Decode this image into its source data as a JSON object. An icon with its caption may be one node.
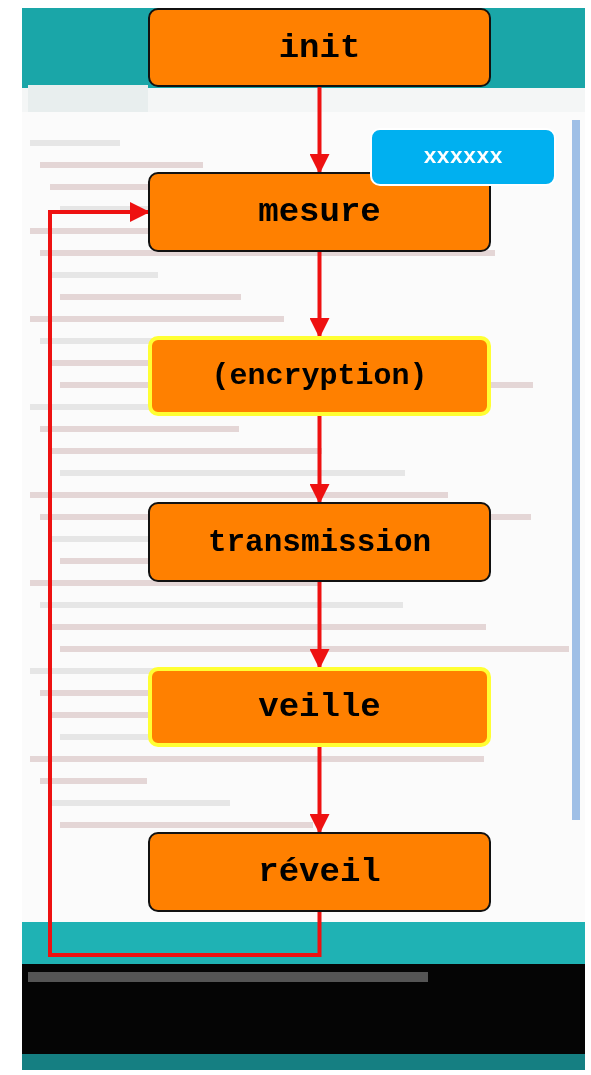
{
  "diagram": {
    "nodes": [
      {
        "text": [
          "init"
        ]
      },
      {
        "text": [
          "mesure"
        ]
      },
      {
        "text": [
          "(encryption)"
        ]
      },
      {
        "text": [
          "transmission"
        ]
      },
      {
        "text": [
          "veille"
        ]
      },
      {
        "text": [
          "réveil"
        ]
      },
      {
        "text": [
          "xxxxxx"
        ]
      }
    ],
    "edges": [
      {
        "from": 0,
        "to": 1,
        "arrow": "to"
      },
      {
        "from": 1,
        "to": 2,
        "arrow": "to"
      },
      {
        "from": 2,
        "to": 3,
        "arrow": "to"
      },
      {
        "from": 3,
        "to": 4,
        "arrow": "to"
      },
      {
        "from": 4,
        "to": 5,
        "arrow": "to"
      },
      {
        "from": 5,
        "to": 1,
        "arrow": "to"
      }
    ]
  }
}
